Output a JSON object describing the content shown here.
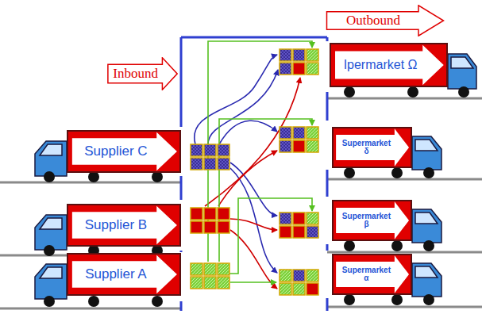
{
  "diagram": {
    "nodes": [
      {
        "text": [
          "Outbound"
        ]
      },
      {
        "text": [
          "Ipermarket Ω"
        ]
      },
      {
        "text": [
          "Inbound"
        ]
      },
      {
        "text": [
          "Supplier C"
        ]
      },
      {
        "text": [
          "Supermarket δ"
        ]
      },
      {
        "text": [
          "Supplier B"
        ]
      },
      {
        "text": [
          "Supermarket β"
        ]
      },
      {
        "text": [
          "Supplier A"
        ]
      },
      {
        "text": [
          "Supermarket α"
        ]
      }
    ]
  }
}
